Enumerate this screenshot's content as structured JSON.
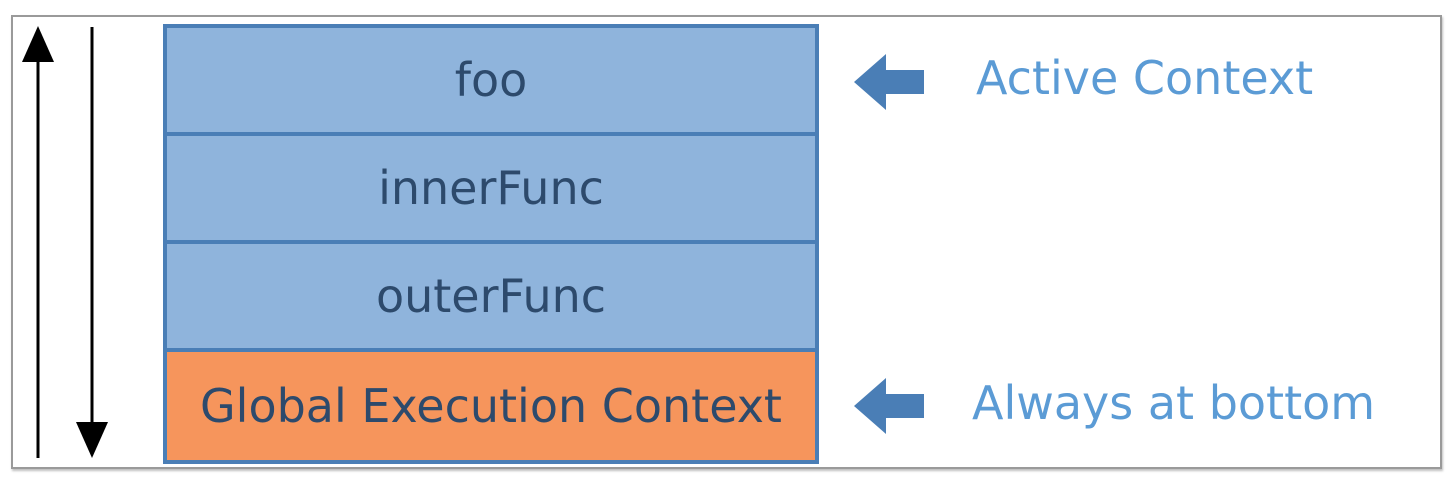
{
  "colors": {
    "stack_frame_fill": "#8fb4dc",
    "global_frame_fill": "#f6955c",
    "frame_border": "#4a7eb6",
    "frame_text": "#2d4a6c",
    "annotation_text": "#5b9bd5",
    "pointer_arrow": "#4a7eb6"
  },
  "stack": {
    "frames": [
      {
        "label": "foo"
      },
      {
        "label": "innerFunc"
      },
      {
        "label": "outerFunc"
      },
      {
        "label": "Global Execution Context"
      }
    ]
  },
  "annotations": {
    "top": "Active Context",
    "bottom": "Always at bottom"
  },
  "icons": {
    "left_arrows": [
      "up-arrow-icon",
      "down-arrow-icon"
    ],
    "pointers": [
      "left-pointer-arrow-icon",
      "left-pointer-arrow-icon"
    ]
  }
}
